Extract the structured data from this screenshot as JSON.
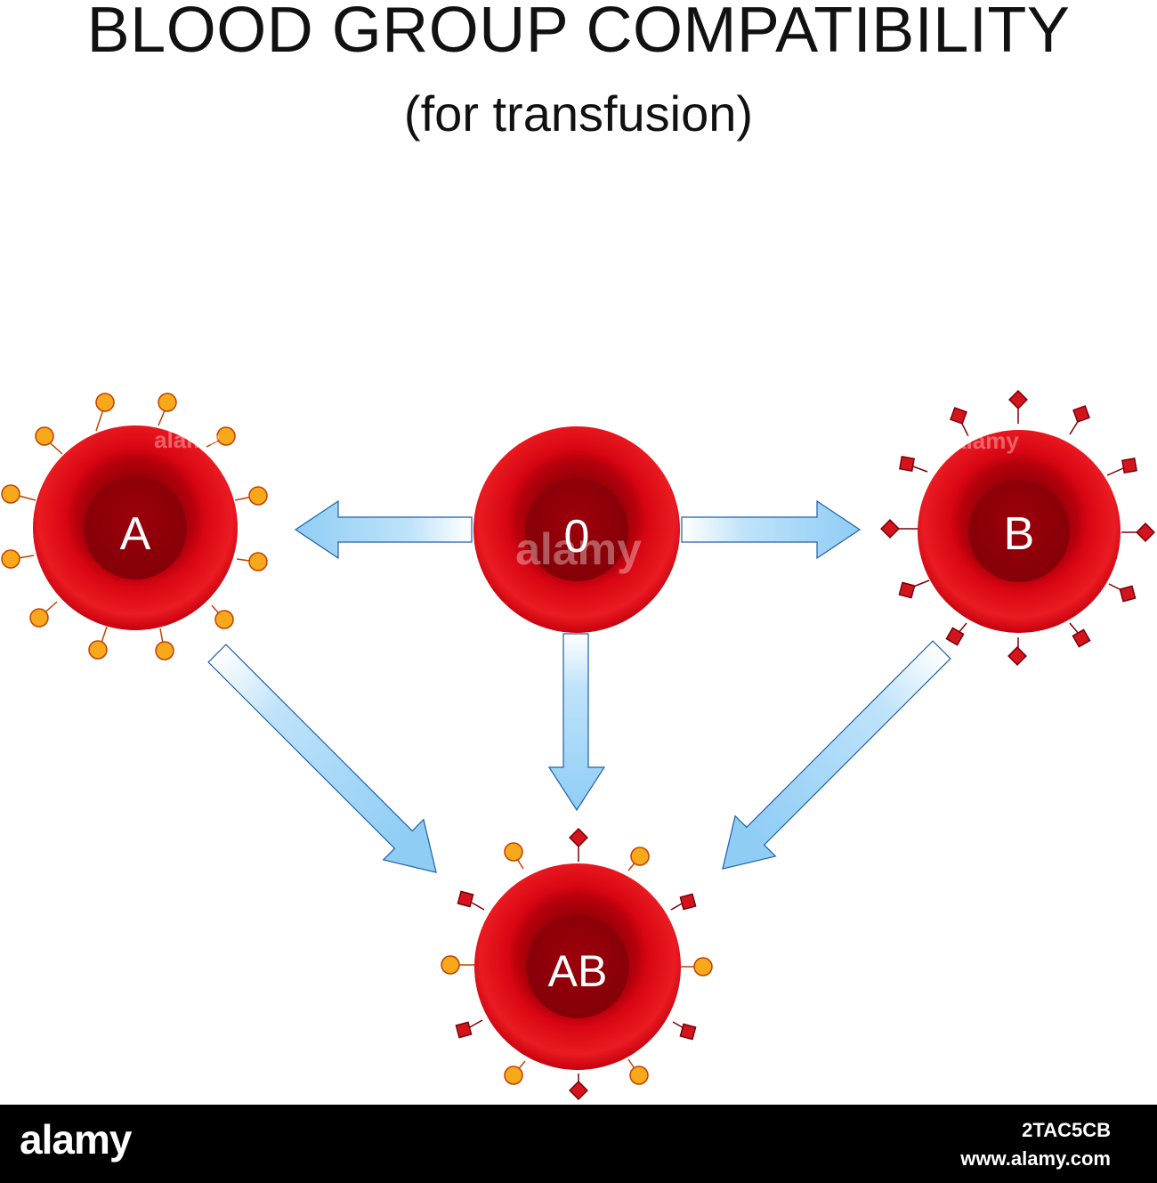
{
  "header": {
    "title": "BLOOD GROUP COMPATIBILITY",
    "subtitle": "(for transfusion)"
  },
  "cells": {
    "o": {
      "label": "0"
    },
    "a": {
      "label": "A"
    },
    "b": {
      "label": "B"
    },
    "ab": {
      "label": "AB"
    }
  },
  "watermark": "alamy",
  "footer": {
    "logo": "alamy",
    "image_id": "2TAC5CB",
    "site": "www.alamy.com"
  },
  "colors": {
    "cell_red": "#e30613",
    "cell_dark": "#8a0008",
    "antigen_a": "#f7a81b",
    "antigen_b": "#d3141d",
    "arrow_fill": "#8fcdf5",
    "arrow_stroke": "#1f5fa8"
  },
  "flows": [
    {
      "from": "0",
      "to": "A"
    },
    {
      "from": "0",
      "to": "B"
    },
    {
      "from": "0",
      "to": "AB"
    },
    {
      "from": "A",
      "to": "AB"
    },
    {
      "from": "B",
      "to": "AB"
    }
  ]
}
